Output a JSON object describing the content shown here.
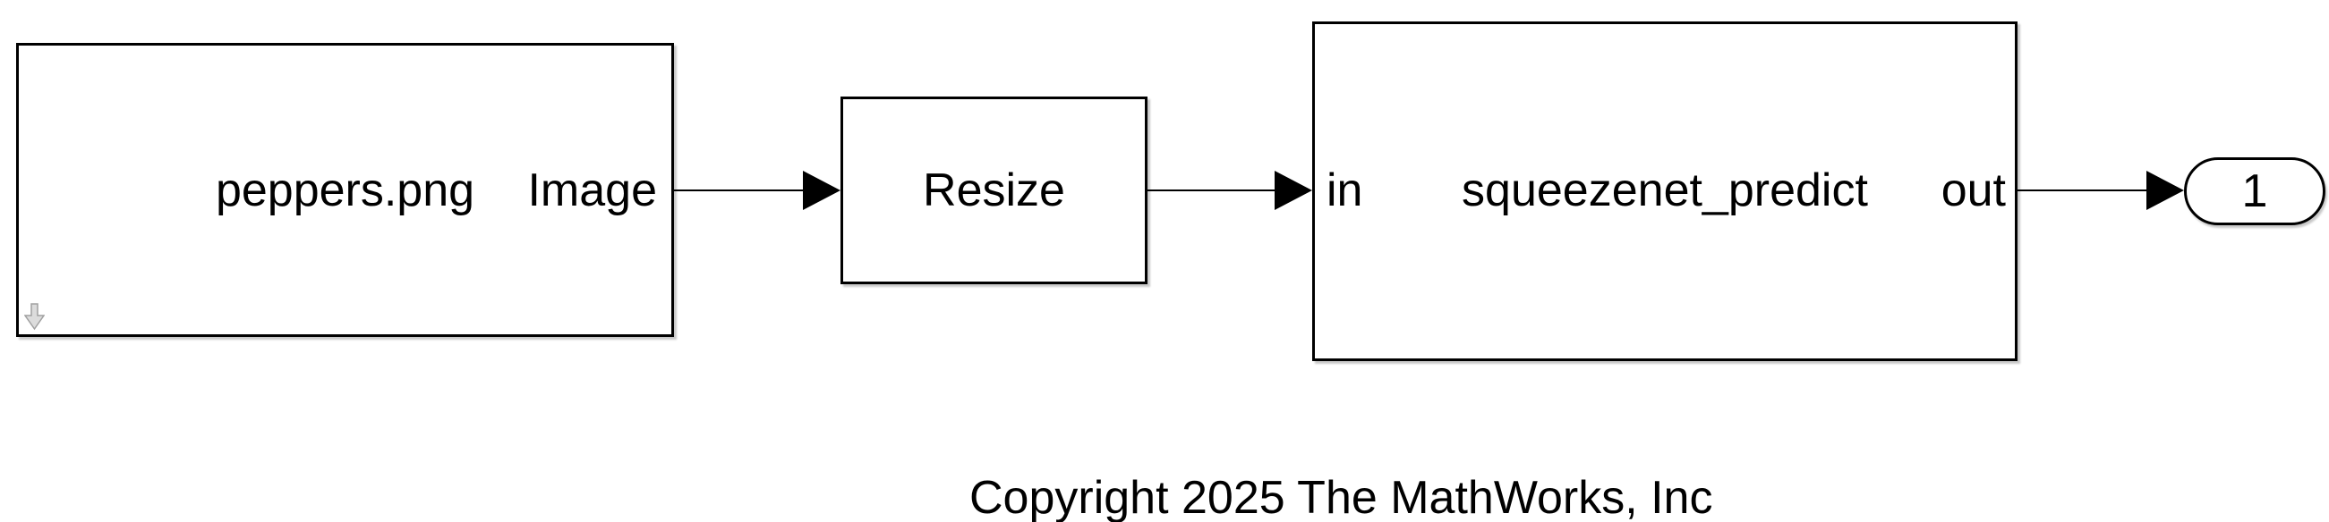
{
  "diagram": {
    "type": "simulink-block-diagram",
    "colors": {
      "background": "#ffffff",
      "block_fill": "#ffffff",
      "block_border": "#000000",
      "wire": "#000000",
      "text": "#000000",
      "shadow": "#c8c8c8",
      "badge_fill": "#dcdcdc",
      "badge_stroke": "#a0a0a0"
    },
    "blocks": {
      "image_source": {
        "name": "peppers.png",
        "out_port": "Image",
        "badge_icon": "download-arrow-icon"
      },
      "resize": {
        "name": "Resize"
      },
      "predict": {
        "in_port": "in",
        "name": "squeezenet_predict",
        "out_port": "out"
      },
      "outport": {
        "label": "1"
      }
    },
    "annotation": {
      "copyright": "Copyright 2025 The MathWorks, Inc"
    }
  }
}
